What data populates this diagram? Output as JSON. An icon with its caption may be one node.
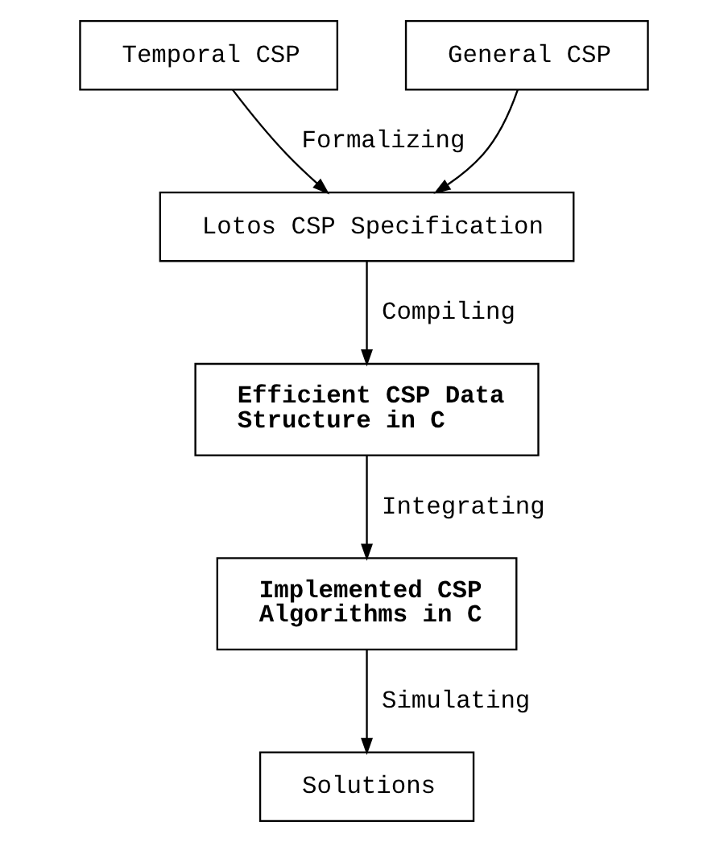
{
  "diagram": {
    "nodes": [
      {
        "text": [
          "Temporal CSP"
        ]
      },
      {
        "text": [
          "General CSP"
        ]
      },
      {
        "text": [
          "Lotos CSP Specification"
        ]
      },
      {
        "text": [
          "Efficient CSP Data Structure in C"
        ]
      },
      {
        "text": [
          "Implemented CSP Algorithms in C"
        ]
      },
      {
        "text": [
          "Solutions"
        ]
      }
    ],
    "edges": [
      {
        "from": 0,
        "to": 2,
        "arrow": "to",
        "label": "Formalizing"
      },
      {
        "from": 1,
        "to": 2,
        "arrow": "to"
      },
      {
        "from": 2,
        "to": 3,
        "arrow": "to",
        "label": "Compiling"
      },
      {
        "from": 3,
        "to": 4,
        "arrow": "to",
        "label": "Integrating"
      },
      {
        "from": 4,
        "to": 5,
        "arrow": "to",
        "label": "Simulating"
      }
    ]
  }
}
